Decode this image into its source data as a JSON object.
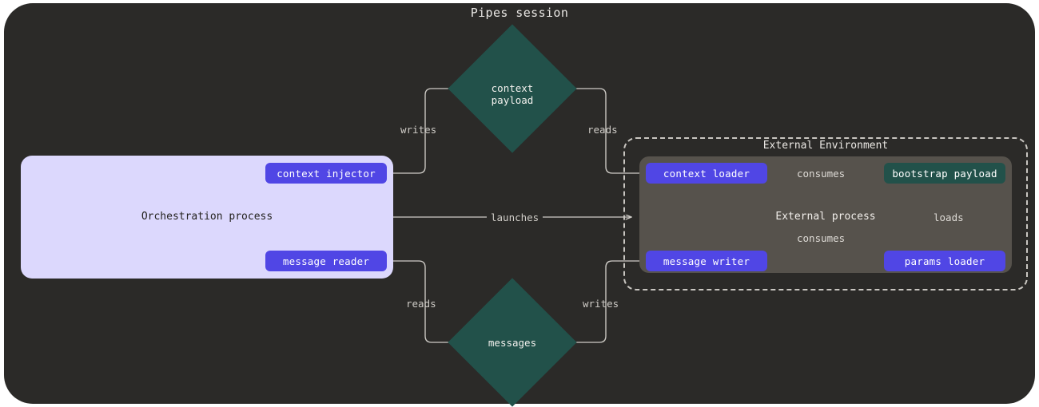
{
  "title": "Pipes session",
  "theme": {
    "canvas_bg": "#2b2a28",
    "orchestration_bg": "#dcd8fd",
    "external_process_bg": "#56524c",
    "node_purple": "#5046e5",
    "node_green": "#22514a",
    "edge_stroke": "#cfccc7",
    "text_light": "#f3f1ee",
    "text_dark": "#24221f"
  },
  "panels": {
    "orchestration": {
      "label": "Orchestration process",
      "nodes": [
        {
          "id": "context-injector",
          "label": "context injector",
          "kind": "purple"
        },
        {
          "id": "message-reader",
          "label": "message reader",
          "kind": "purple"
        }
      ]
    },
    "external_environment": {
      "label": "External Environment",
      "process": {
        "label": "External process",
        "nodes": [
          {
            "id": "context-loader",
            "label": "context loader",
            "kind": "purple"
          },
          {
            "id": "bootstrap-payload",
            "label": "bootstrap payload",
            "kind": "green"
          },
          {
            "id": "message-writer",
            "label": "message writer",
            "kind": "purple"
          },
          {
            "id": "params-loader",
            "label": "params loader",
            "kind": "purple"
          }
        ]
      }
    }
  },
  "stores": [
    {
      "id": "context-payload",
      "line1": "context",
      "line2": "payload",
      "shape": "diamond"
    },
    {
      "id": "messages",
      "line1": "messages",
      "line2": "",
      "shape": "diamond"
    }
  ],
  "edges": [
    {
      "id": "writes-context",
      "label": "writes",
      "from": "context-injector",
      "to": "context-payload"
    },
    {
      "id": "reads-context",
      "label": "reads",
      "from": "context-payload",
      "to": "context-loader"
    },
    {
      "id": "launches",
      "label": "launches",
      "from": "orchestration",
      "to": "external-environment"
    },
    {
      "id": "reads-messages",
      "label": "reads",
      "from": "messages",
      "to": "message-reader"
    },
    {
      "id": "writes-messages",
      "label": "writes",
      "from": "message-writer",
      "to": "messages"
    },
    {
      "id": "consumes-context",
      "label": "consumes",
      "from": "context-loader",
      "to": "bootstrap-payload"
    },
    {
      "id": "consumes-writer",
      "label": "consumes",
      "from": "message-writer",
      "to": "bootstrap-payload"
    },
    {
      "id": "loads-params",
      "label": "loads",
      "from": "params-loader",
      "to": "bootstrap-payload"
    }
  ]
}
